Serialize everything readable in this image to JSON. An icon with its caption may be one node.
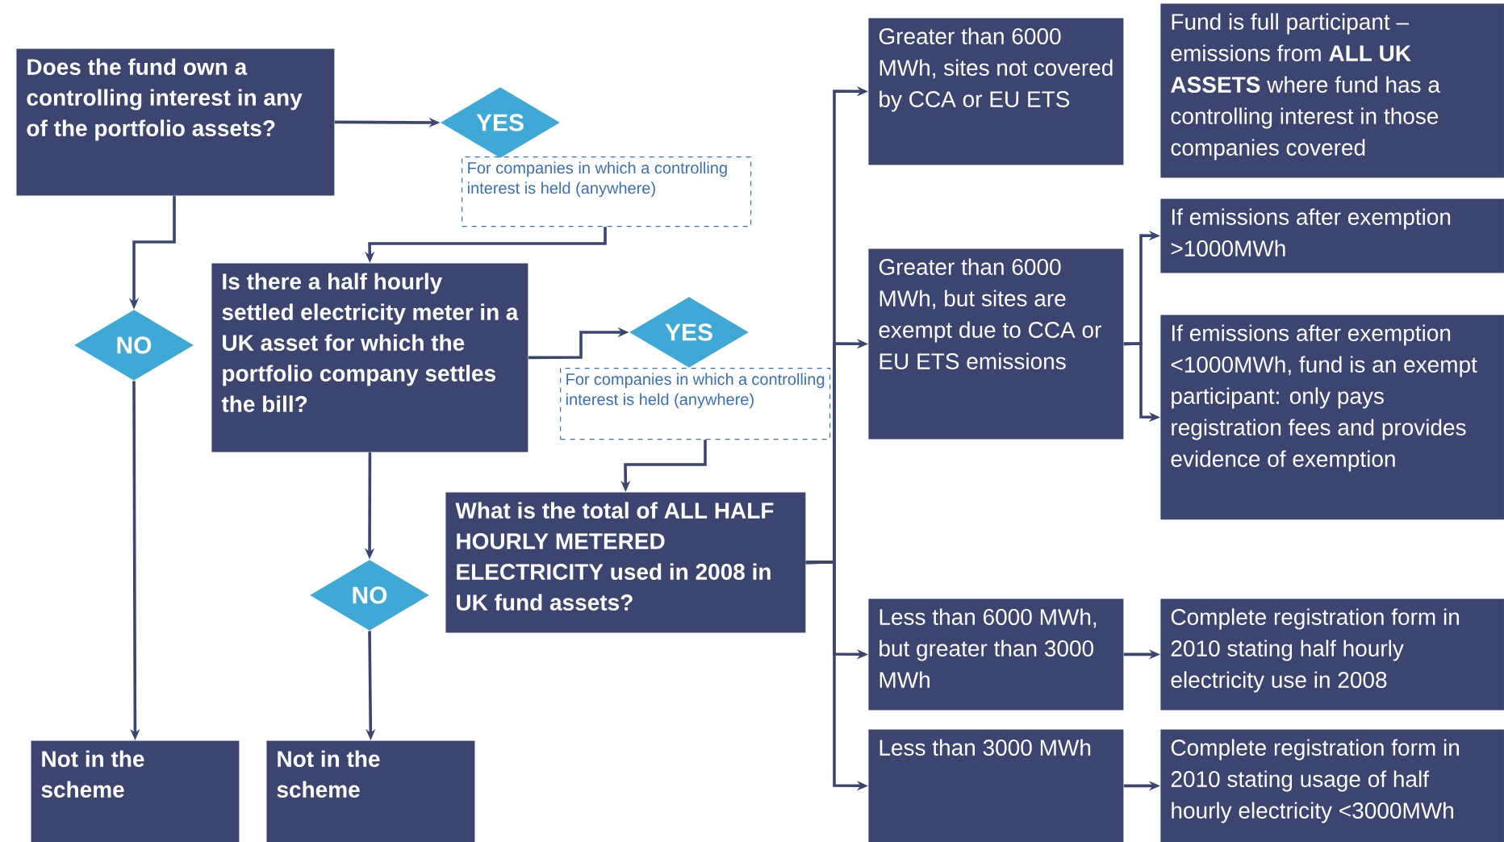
{
  "diagram": {
    "nodes": [
      {
        "text": [
          "Does the fund own a controlling interest in any of the portfolio assets?"
        ]
      },
      {
        "text": [
          "YES"
        ]
      },
      {
        "text": [
          "For companies in which a controlling interest is held (anywhere)"
        ]
      },
      {
        "text": [
          "NO"
        ]
      },
      {
        "text": [
          "Is there a half hourly settled electricity meter in a UK asset for which the portfolio company settles the bill?"
        ]
      },
      {
        "text": [
          "YES"
        ]
      },
      {
        "text": [
          "For companies in which a controlling interest is held (anywhere)"
        ]
      },
      {
        "text": [
          "NO"
        ]
      },
      {
        "text": [
          "What is the total of ALL HALF HOURLY METERED ELECTRICITY used in 2008 in UK fund assets?"
        ]
      },
      {
        "text": [
          "Not in the scheme"
        ]
      },
      {
        "text": [
          "Not in the scheme"
        ]
      },
      {
        "text": [
          "Greater than 6000 MWh, sites not covered by CCA or EU ETS"
        ]
      },
      {
        "text": [
          "Fund is full participant – emissions from **ALL UK ASSETS** where fund has a controlling interest in those companies covered"
        ]
      },
      {
        "text": [
          "Greater than 6000 MWh, but sites are exempt due to CCA or EU ETS emissions"
        ]
      },
      {
        "text": [
          "If emissions after exemption >1000MWh"
        ]
      },
      {
        "text": [
          "If emissions after exemption <1000MWh, fund is an exempt participant: only pays registration fees and provides evidence of exemption"
        ]
      },
      {
        "text": [
          "Less than 6000 MWh, but greater than 3000 MWh"
        ]
      },
      {
        "text": [
          "Complete registration form in 2010 stating half hourly electricity use in 2008"
        ]
      },
      {
        "text": [
          "Less than 3000 MWh"
        ]
      },
      {
        "text": [
          "Complete registration form in 2010 stating usage of half hourly electricity <3000MWh"
        ]
      }
    ],
    "edges": [
      {
        "from": 0,
        "to": 1,
        "arrow": "to"
      },
      {
        "from": 0,
        "to": 3,
        "arrow": "to"
      },
      {
        "from": 2,
        "to": 4,
        "arrow": "to"
      },
      {
        "from": 4,
        "to": 5,
        "arrow": "to"
      },
      {
        "from": 4,
        "to": 7,
        "arrow": "to"
      },
      {
        "from": 6,
        "to": 8,
        "arrow": "to"
      },
      {
        "from": 3,
        "to": 9,
        "arrow": "to"
      },
      {
        "from": 7,
        "to": 10,
        "arrow": "to"
      },
      {
        "from": 8,
        "to": 11,
        "arrow": "to"
      },
      {
        "from": 8,
        "to": 13,
        "arrow": "to"
      },
      {
        "from": 8,
        "to": 16,
        "arrow": "to"
      },
      {
        "from": 8,
        "to": 18,
        "arrow": "to"
      },
      {
        "from": 13,
        "to": 14,
        "arrow": "to"
      },
      {
        "from": 13,
        "to": 15,
        "arrow": "to"
      },
      {
        "from": 16,
        "to": 17,
        "arrow": "to"
      },
      {
        "from": 18,
        "to": 19,
        "arrow": "to"
      }
    ]
  }
}
